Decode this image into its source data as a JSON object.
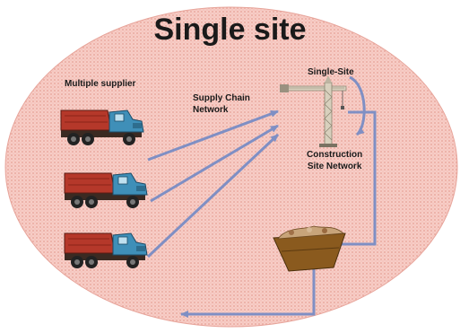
{
  "title": "Single site",
  "labels": {
    "multiple_supplier": "Multiple supplier",
    "supply_chain_network_line1": "Supply Chain",
    "supply_chain_network_line2": "Network",
    "single_site": "Single-Site",
    "construction_site_network_line1": "Construction",
    "construction_site_network_line2": "Site Network"
  },
  "icons": {
    "trucks": [
      "dump-truck-icon",
      "dump-truck-icon",
      "dump-truck-icon"
    ],
    "crane": "tower-crane-icon",
    "bin": "waste-skip-icon"
  },
  "colors": {
    "ellipse_fill": "#f6c9c2",
    "ellipse_dots": "#e9a79e",
    "arrow": "#7f8fc4",
    "truck_body": "#b5382a",
    "truck_cab": "#3f8fb8",
    "crane": "#d9d2c0",
    "bin": "#8a5a1e"
  }
}
